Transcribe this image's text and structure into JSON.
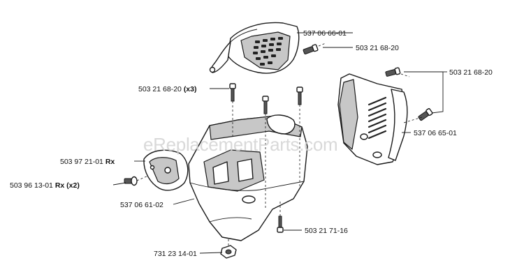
{
  "watermark": "eReplacementParts.com",
  "colors": {
    "line": "#1a1a1a",
    "shade": "#c7c7c7",
    "watermark": "#d2d2d2"
  },
  "labels": {
    "cover_top": "537 06 66-01",
    "screw_top": "503 21 68-20",
    "screw_x3_num": "503 21 68-20",
    "screw_x3_qty": "(x3)",
    "screw_right": "503 21 68-20",
    "cover_right": "537 06 65-01",
    "bracket_num": "503 97 21-01",
    "bracket_rx": "Rx",
    "screw_left_num": "503 96 13-01",
    "screw_left_rx": "Rx (x2)",
    "housing": "537 06 61-02",
    "screw_bottom": "503 21 71-16",
    "nut": "731 23 14-01"
  }
}
